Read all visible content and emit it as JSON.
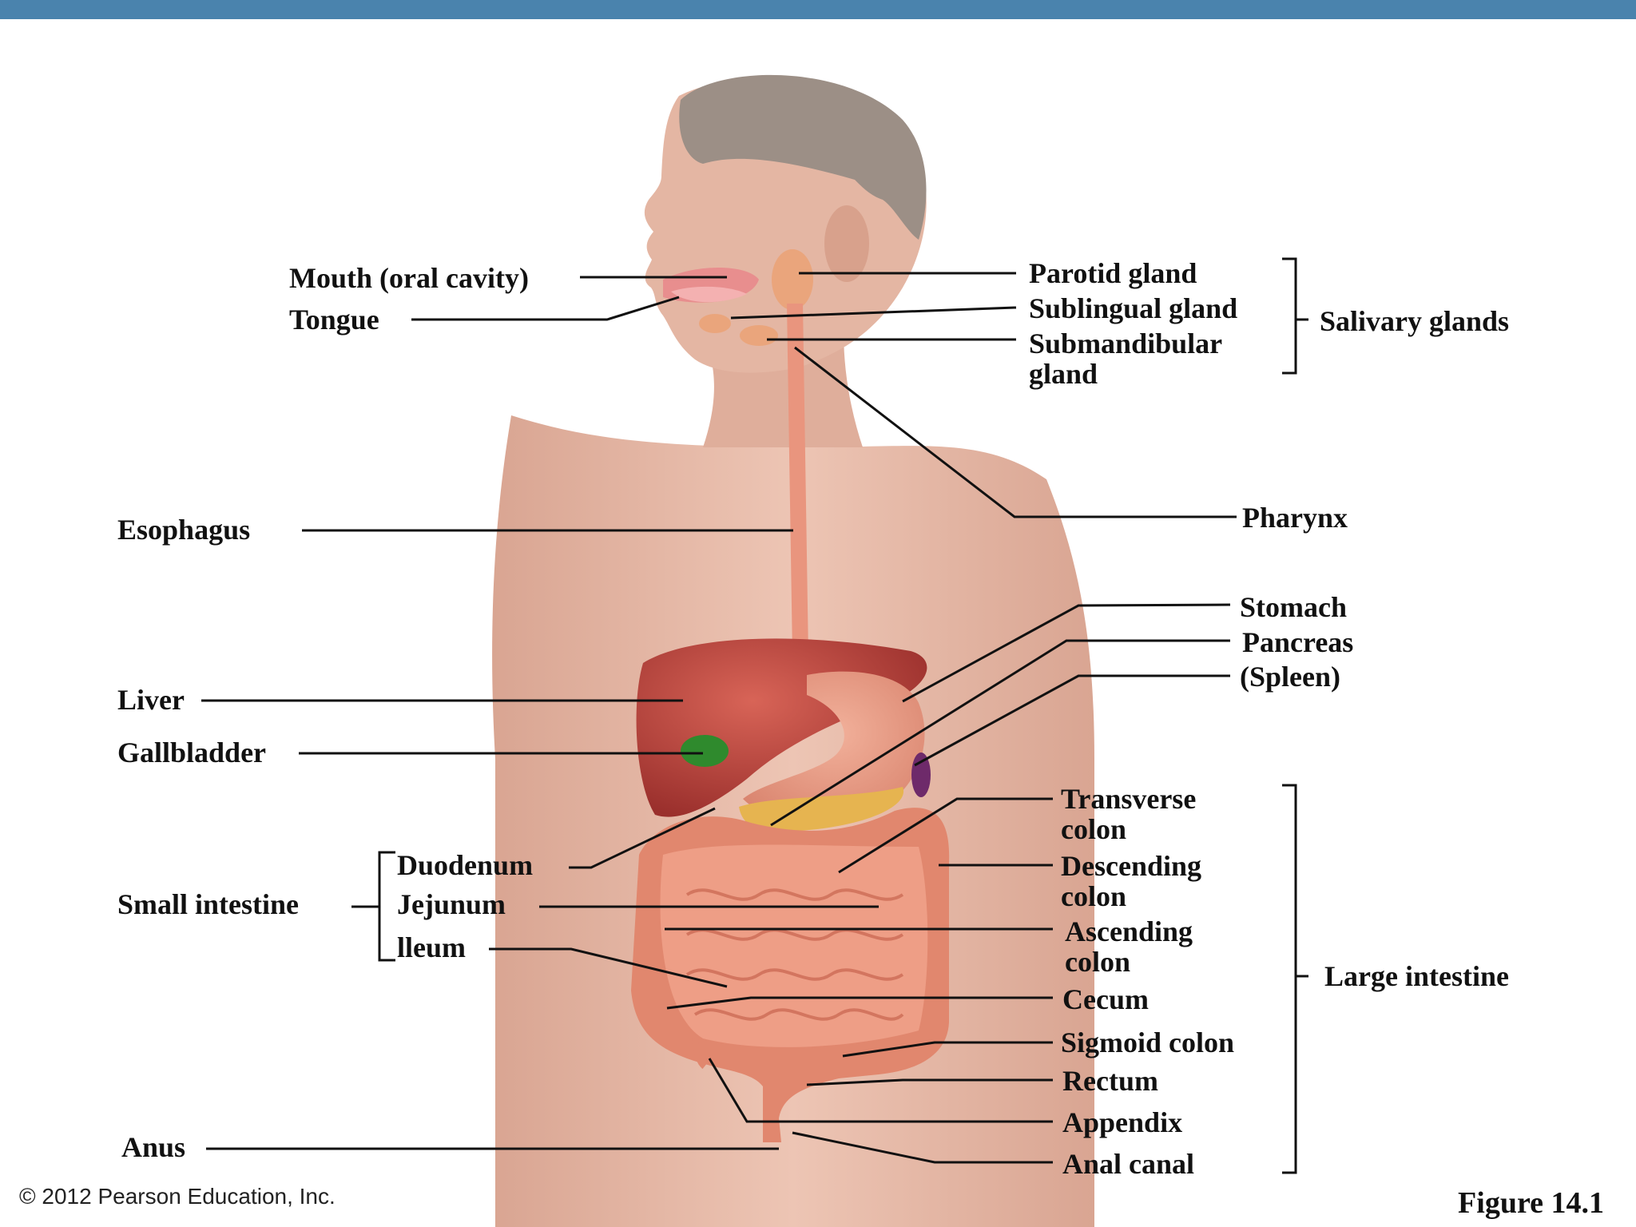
{
  "labels": {
    "mouth": "Mouth (oral cavity)",
    "tongue": "Tongue",
    "esophagus": "Esophagus",
    "liver": "Liver",
    "gallbladder": "Gallbladder",
    "small_intestine": "Small intestine",
    "duodenum": "Duodenum",
    "jejunum": "Jejunum",
    "ileum": "lleum",
    "anus": "Anus",
    "parotid": "Parotid gland",
    "sublingual": "Sublingual gland",
    "submandibular": "Submandibular gland",
    "salivary": "Salivary glands",
    "pharynx": "Pharynx",
    "stomach": "Stomach",
    "pancreas": "Pancreas",
    "spleen": "(Spleen)",
    "transverse": "Transverse colon",
    "descending": "Descending colon",
    "ascending": "Ascending colon",
    "cecum": "Cecum",
    "sigmoid": "Sigmoid colon",
    "rectum": "Rectum",
    "appendix": "Appendix",
    "anal_canal": "Anal canal",
    "large_intestine": "Large intestine"
  },
  "footer": {
    "copyright": "© 2012 Pearson Education, Inc.",
    "figure": "Figure 14.1"
  },
  "colors": {
    "header_bar": "#4a83ad",
    "skin": "#e8bcaa",
    "organ": "#e38a73",
    "liver": "#b2413a",
    "gallbladder": "#2f8a2d",
    "pancreas": "#e6b450",
    "spleen": "#6e2a6a"
  }
}
